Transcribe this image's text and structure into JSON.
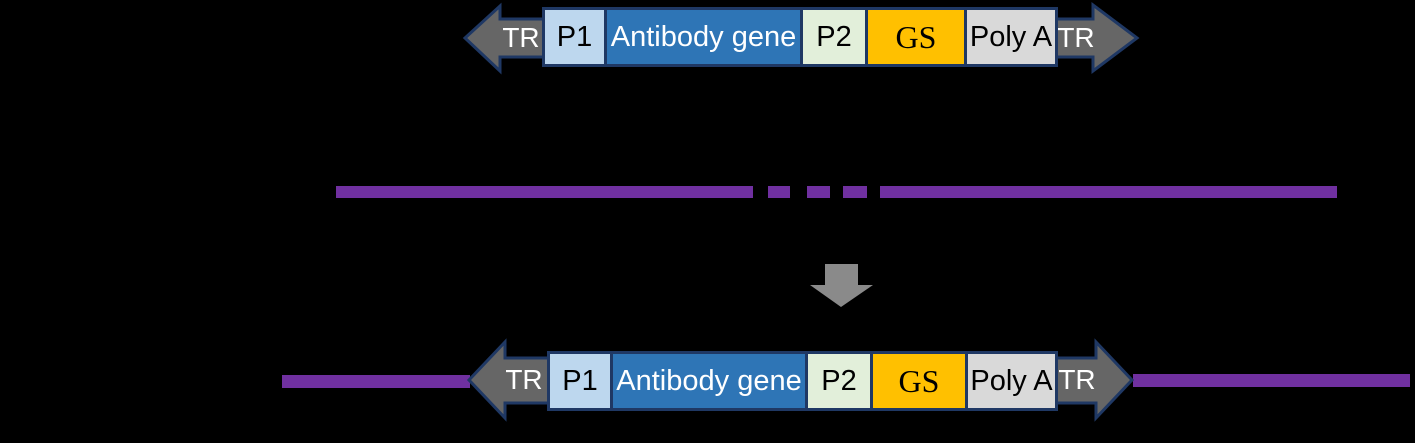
{
  "diagram": {
    "description_note": "Transposon gene-construct diagram: expression cassette flanked by TR arrows, genomic DNA line with gap, and integrated cassette below",
    "background_color": "#000000"
  },
  "colors": {
    "tr_arrow_fill": "#666666",
    "tr_arrow_border": "#1f3864",
    "segment_border": "#1f3864",
    "p1_fill": "#bdd7ee",
    "antibody_gene_fill": "#2e75b6",
    "p2_fill": "#e2efda",
    "gs_fill": "#ffc000",
    "poly_a_fill": "#d9d9d9",
    "genomic_dna_color": "#7030a0",
    "integration_arrow_fill": "#8a8a8a"
  },
  "top_construct": {
    "tr_left_label": "TR",
    "tr_right_label": "TR",
    "segments": [
      {
        "label": "P1"
      },
      {
        "label": "Antibody gene"
      },
      {
        "label": "P2"
      },
      {
        "label": "GS"
      },
      {
        "label": "Poly A"
      }
    ]
  },
  "bottom_construct": {
    "tr_left_label": "TR",
    "tr_right_label": "TR",
    "segments": [
      {
        "label": "P1"
      },
      {
        "label": "Antibody gene"
      },
      {
        "label": "P2"
      },
      {
        "label": "GS"
      },
      {
        "label": "Poly A"
      }
    ]
  }
}
